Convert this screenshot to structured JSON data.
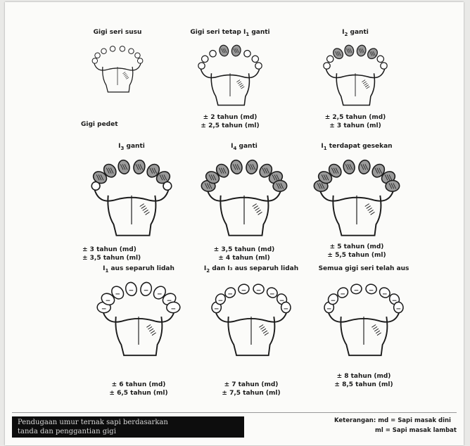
{
  "panels": [
    {
      "title_main": "Gigi seri susu",
      "title_sub": "",
      "title_rest": "",
      "ages": [],
      "side_label": "Gigi pedet",
      "stage": "milk"
    },
    {
      "title_main": "Gigi seri tetap I",
      "title_sub": "1",
      "title_rest": " ganti",
      "ages": [
        "± 2 tahun (md)",
        "± 2,5 tahun (ml)"
      ],
      "side_label": "",
      "stage": "i1"
    },
    {
      "title_main": "I",
      "title_sub": "2",
      "title_rest": " ganti",
      "ages": [
        "± 2,5 tahun (md)",
        "± 3 tahun (ml)"
      ],
      "side_label": "",
      "stage": "i2"
    },
    {
      "title_main": "I",
      "title_sub": "3",
      "title_rest": " ganti",
      "ages": [
        "± 3 tahun (md)",
        "± 3,5 tahun (ml)"
      ],
      "side_label": "",
      "stage": "i3"
    },
    {
      "title_main": "I",
      "title_sub": "4",
      "title_rest": " ganti",
      "ages": [
        "± 3,5 tahun (md)",
        "± 4 tahun (ml)"
      ],
      "side_label": "",
      "stage": "i4"
    },
    {
      "title_main": "I",
      "title_sub": "1",
      "title_rest": " terdapat gesekan",
      "ages": [
        "± 5 tahun (md)",
        "± 5,5 tahun (ml)"
      ],
      "side_label": "",
      "stage": "wear1"
    },
    {
      "title_main": "I",
      "title_sub": "1",
      "title_rest": " aus separuh lidah",
      "ages": [
        "± 6 tahun (md)",
        "± 6,5 tahun (ml)"
      ],
      "side_label": "",
      "stage": "wear2"
    },
    {
      "title_main": "I",
      "title_sub": "2",
      "title_rest": " dan I₃ aus separuh lidah",
      "ages": [
        "± 7 tahun (md)",
        "± 7,5 tahun (ml)"
      ],
      "side_label": "",
      "stage": "wear3"
    },
    {
      "title_main": "Semua gigi seri telah aus",
      "title_sub": "",
      "title_rest": "",
      "ages": [
        "± 8 tahun (md)",
        "± 8,5 tahun (ml)"
      ],
      "side_label": "",
      "stage": "worn"
    }
  ],
  "caption": {
    "line1": "Pendugaan umur ternak sapi berdasarkan",
    "line2": "tanda dan penggantian gigi"
  },
  "legend": {
    "line1": "Keterangan: md = Sapi masak dini",
    "line2": "ml = Sapi masak lambat"
  },
  "colors": {
    "ink": "#1b1b1b",
    "paper": "#fbfbf9",
    "caption_bg": "#0d0d0d"
  }
}
